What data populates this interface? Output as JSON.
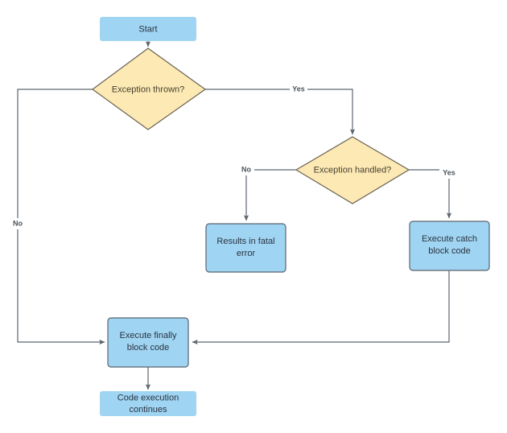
{
  "diagram": {
    "title": "Exception handling flowchart",
    "colors": {
      "process_fill": "#9fd4f2",
      "decision_fill": "#fce9b4",
      "node_stroke": "#5a6570",
      "decision_stroke": "#6a6254",
      "edge_stroke": "#5c666f",
      "text": "#2b3440",
      "background": "#ffffff"
    },
    "nodes": [
      {
        "id": "start",
        "type": "terminator",
        "lines": [
          "Start"
        ]
      },
      {
        "id": "thrown",
        "type": "decision",
        "lines": [
          "Exception thrown?"
        ]
      },
      {
        "id": "handled",
        "type": "decision",
        "lines": [
          "Exception handled?"
        ]
      },
      {
        "id": "fatal",
        "type": "process",
        "lines": [
          "Results in fatal",
          "error"
        ]
      },
      {
        "id": "catch",
        "type": "process",
        "lines": [
          "Execute catch",
          "block code"
        ]
      },
      {
        "id": "finally",
        "type": "process",
        "lines": [
          "Execute finally",
          "block code"
        ]
      },
      {
        "id": "continues",
        "type": "terminator",
        "lines": [
          "Code execution",
          "continues"
        ]
      }
    ],
    "edges": [
      {
        "id": "start-to-thrown",
        "from": "start",
        "to": "thrown",
        "label": ""
      },
      {
        "id": "thrown-yes-to-handled",
        "from": "thrown",
        "to": "handled",
        "label": "Yes"
      },
      {
        "id": "thrown-no-to-finally",
        "from": "thrown",
        "to": "finally",
        "label": "No"
      },
      {
        "id": "handled-no-to-fatal",
        "from": "handled",
        "to": "fatal",
        "label": "No"
      },
      {
        "id": "handled-yes-to-catch",
        "from": "handled",
        "to": "catch",
        "label": "Yes"
      },
      {
        "id": "catch-to-finally",
        "from": "catch",
        "to": "finally",
        "label": ""
      },
      {
        "id": "finally-to-continues",
        "from": "finally",
        "to": "continues",
        "label": ""
      }
    ]
  },
  "labels": {
    "start": "Start",
    "thrown": "Exception thrown?",
    "handled": "Exception handled?",
    "fatal_line1": "Results in fatal",
    "fatal_line2": "error",
    "catch_line1": "Execute catch",
    "catch_line2": "block code",
    "finally_line1": "Execute finally",
    "finally_line2": "block code",
    "continues_line1": "Code execution",
    "continues_line2": "continues",
    "yes_top": "Yes",
    "no_left": "No",
    "no_mid": "No",
    "yes_right": "Yes"
  }
}
